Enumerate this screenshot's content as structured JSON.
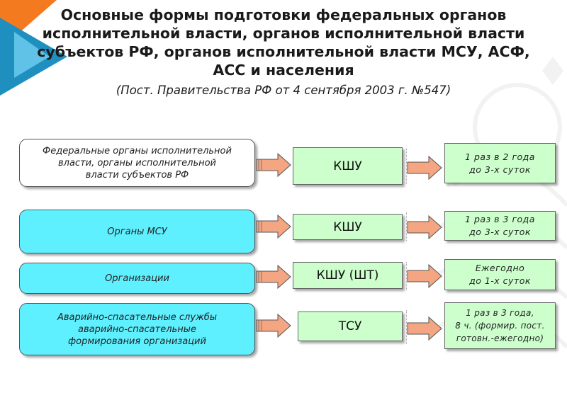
{
  "title": {
    "lines": [
      "Основные формы подготовки федеральных органов",
      "исполнительной власти, органов исполнительной власти",
      "субъектов РФ, органов исполнительной власти МСУ, АСФ,",
      "АСС  и населения"
    ],
    "subtitle": "(Пост. Правительства РФ от 4 сентября 2003 г. №547)"
  },
  "rows": [
    {
      "source_lines": [
        "Федеральные органы исполнительной",
        "власти, органы исполнительной",
        "власти субъектов РФ"
      ],
      "form": "КШУ",
      "frequency_lines": [
        "1 раз в 2 года",
        "до  3-х  суток"
      ]
    },
    {
      "source_lines": [
        "Органы МСУ"
      ],
      "form": "КШУ",
      "frequency_lines": [
        "1 раз в 3 года",
        "до  3-х  суток"
      ]
    },
    {
      "source_lines": [
        "Организации"
      ],
      "form": "КШУ (ШТ)",
      "frequency_lines": [
        "Ежегодно",
        "до 1-х  суток"
      ]
    },
    {
      "source_lines": [
        "Аварийно-спасательные службы",
        "аварийно-спасательные",
        "формирования организаций"
      ],
      "form": "ТСУ",
      "frequency_lines": [
        "1 раз в 3 года,",
        "8 ч. (формир. пост.",
        "готовн.-ежегодно)"
      ]
    }
  ],
  "colors": {
    "source_white": "#ffffff",
    "source_cyan": "#5ff0ff",
    "form_fill": "#ccffcc",
    "arrow_fill": "#f4a582",
    "corner_orange": "#f47a20",
    "corner_blue": "#1f8fbf"
  }
}
